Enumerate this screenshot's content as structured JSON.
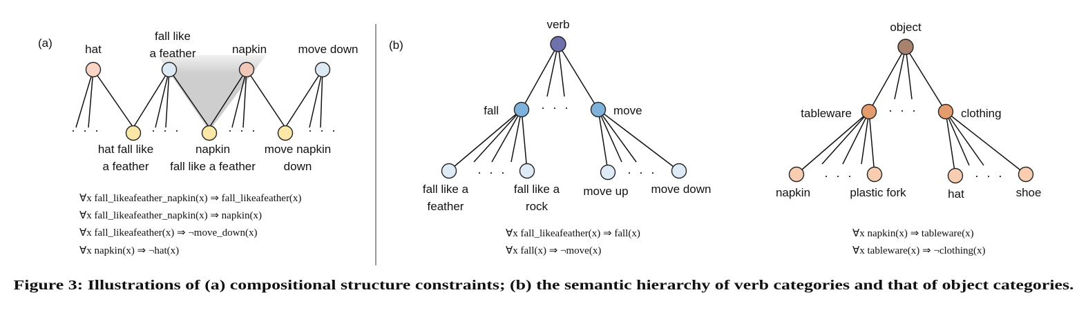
{
  "panel_a": {
    "label": "(a)",
    "top_nodes": [
      "hat",
      "fall like\na feather",
      "napkin",
      "move down"
    ],
    "bottom_nodes": [
      "hat fall like\na feather",
      "napkin\nfall like a feather",
      "move napkin\ndown"
    ],
    "ellipsis": "· · ·",
    "formulas": [
      "∀x fall_likeafeather_napkin(x) ⇒ fall_likeafeather(x)",
      "∀x fall_likeafeather_napkin(x) ⇒ napkin(x)",
      "∀x fall_likeafeather(x) ⇒ ¬move_down(x)",
      "∀x napkin(x) ⇒ ¬hat(x)"
    ]
  },
  "panel_b": {
    "label": "(b)",
    "verb_tree": {
      "root": "verb",
      "mid": [
        "fall",
        "move"
      ],
      "leaves": [
        "fall like a\nfeather",
        "fall like a\nrock",
        "move up",
        "move down"
      ],
      "formulas": [
        "∀x fall_likeafeather(x) ⇒ fall(x)",
        "∀x fall(x) ⇒ ¬move(x)"
      ]
    },
    "object_tree": {
      "root": "object",
      "mid": [
        "tableware",
        "clothing"
      ],
      "leaves": [
        "napkin",
        "plastic fork",
        "hat",
        "shoe"
      ],
      "formulas": [
        "∀x napkin(x) ⇒ tableware(x)",
        "∀x tableware(x) ⇒ ¬clothing(x)"
      ]
    }
  },
  "caption": "Figure 3: Illustrations of (a) compositional structure constraints; (b) the semantic hierarchy of verb categories and that of object categories.",
  "colors": {
    "peach": "#f8d5c4",
    "light_blue": "#dde9f3",
    "salmon": "#f0c8b8",
    "yellow": "#fbe7a6",
    "verb_root": "#6f71ad",
    "mid_blue": "#7fb2db",
    "leaf_blue": "#deeaf5",
    "object_root": "#a8826c",
    "mid_orange": "#e49c6d",
    "leaf_peach": "#f8cdb2",
    "shade": "#d0d0d0"
  }
}
